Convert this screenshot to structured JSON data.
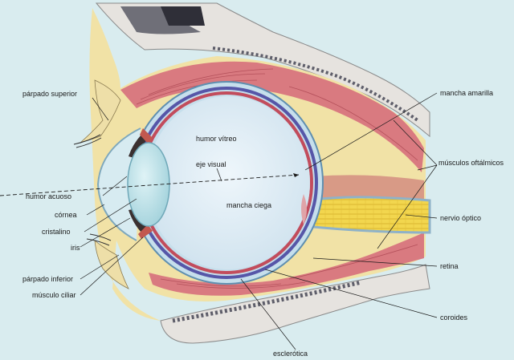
{
  "labels": {
    "parpado_superior": "párpado superior",
    "humor_acuoso": "humor acuoso",
    "cornea": "córnea",
    "cristalino": "cristalino",
    "iris": "iris",
    "parpado_inferior": "párpado inferior",
    "musculo_ciliar": "músculo ciliar",
    "humor_vitreo": "humor vítreo",
    "eje_visual": "eje visual",
    "mancha_ciega": "mancha ciega",
    "mancha_amarilla": "mancha amarilla",
    "musculos_oftalmicos": "músculos oftálmicos",
    "nervio_optico": "nervio óptico",
    "retina": "retina",
    "coroides": "coroides",
    "esclerotica": "esclerótica"
  },
  "colors": {
    "background": "#d9ecef",
    "bone": "#e4e2de",
    "bone_marrow": "#6a6a7a",
    "fat": "#f2e2a8",
    "muscle": "#d9737a",
    "sclera": "#c9e3ef",
    "choroid": "#c04a5a",
    "retina": "#5a5aa8",
    "vitreous": "#dfeef6",
    "lens": "#bfe3ea",
    "iris": "#3a3030",
    "optic_nerve": "#f0d44a"
  }
}
